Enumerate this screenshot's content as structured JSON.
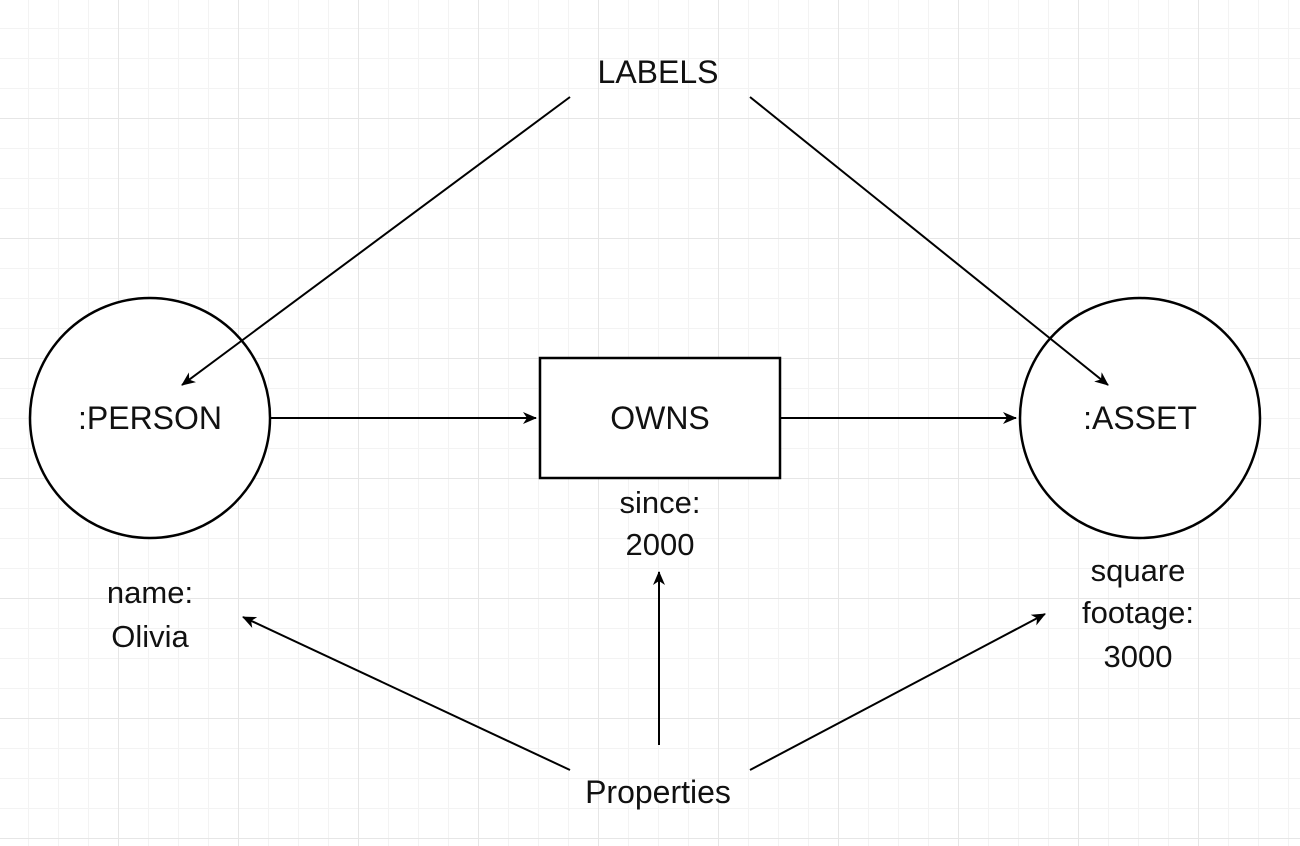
{
  "labels_caption": "LABELS",
  "properties_caption": "Properties",
  "nodes": {
    "person": {
      "label": ":PERSON"
    },
    "asset": {
      "label": ":ASSET"
    }
  },
  "relationship": {
    "label": "OWNS"
  },
  "props": {
    "person": [
      "name:",
      "Olivia"
    ],
    "relationship": [
      "since:",
      "2000"
    ],
    "asset": [
      "square",
      "footage:",
      "3000"
    ]
  },
  "colors": {
    "stroke": "#000000",
    "text": "#111111",
    "grid_major": "#e6e6e6",
    "grid_minor": "#f3f3f3",
    "background": "#ffffff"
  }
}
